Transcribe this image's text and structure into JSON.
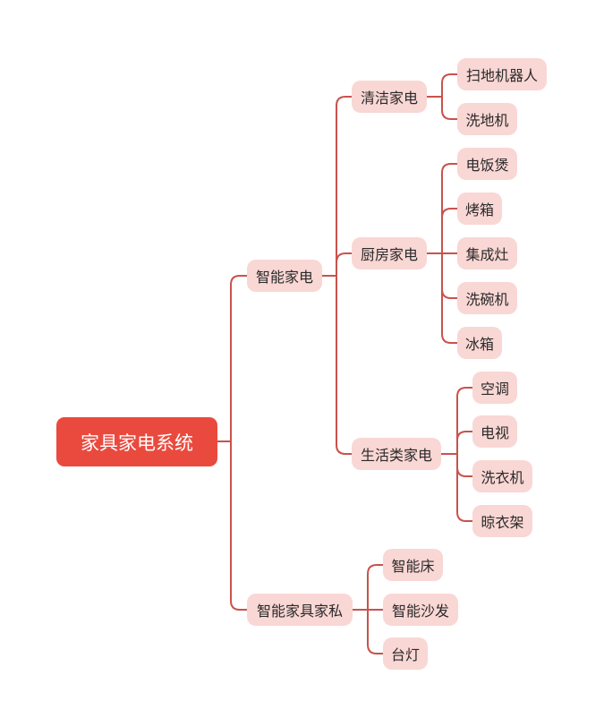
{
  "root": {
    "label": "家具家电系统"
  },
  "branches": {
    "smart_appliances": {
      "label": "智能家电",
      "cleaning": {
        "label": "清洁家电",
        "items": [
          "扫地机器人",
          "洗地机"
        ]
      },
      "kitchen": {
        "label": "厨房家电",
        "items": [
          "电饭煲",
          "烤箱",
          "集成灶",
          "洗碗机",
          "冰箱"
        ]
      },
      "living": {
        "label": "生活类家电",
        "items": [
          "空调",
          "电视",
          "洗衣机",
          "晾衣架"
        ]
      }
    },
    "smart_furniture": {
      "label": "智能家具家私",
      "items": [
        "智能床",
        "智能沙发",
        "台灯"
      ]
    }
  },
  "colors": {
    "root_fill": "#ea4a3e",
    "node_fill": "#f9d7d4",
    "line": "#c9524c"
  }
}
